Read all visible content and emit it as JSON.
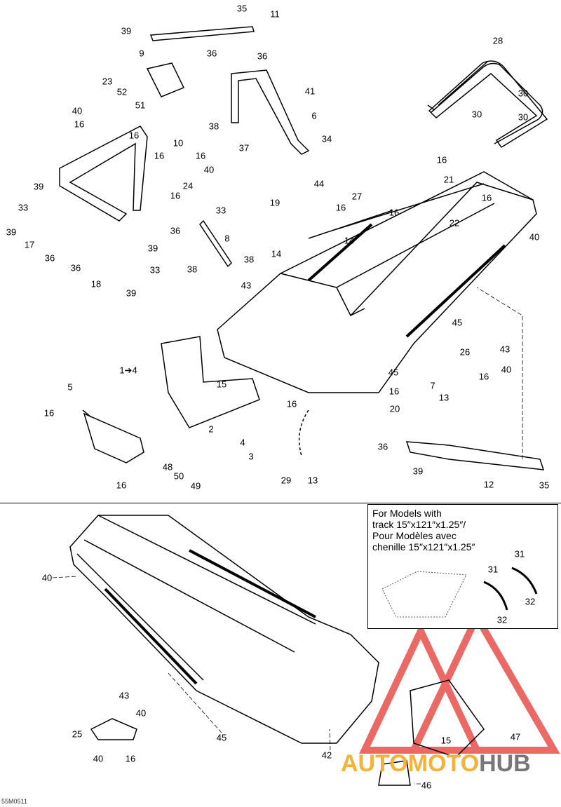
{
  "diagram_code": "55M0511",
  "inset": {
    "title_lines": [
      "For Models with",
      "track 15″x121″x1.25″/",
      "Pour Modèles avec",
      "chenille 15″x121″x1.25″"
    ]
  },
  "watermark": {
    "part1": "AUTOMOTO",
    "part2": "HUB"
  },
  "callouts": [
    "35",
    "11",
    "39",
    "36",
    "9",
    "36",
    "41",
    "28",
    "30",
    "30",
    "30",
    "23",
    "52",
    "51",
    "40",
    "16",
    "16",
    "10",
    "6",
    "38",
    "37",
    "34",
    "16",
    "16",
    "40",
    "24",
    "16",
    "16",
    "21",
    "44",
    "27",
    "16",
    "16",
    "16",
    "22",
    "40",
    "39",
    "33",
    "39",
    "17",
    "36",
    "19",
    "14",
    "14",
    "33",
    "36",
    "8",
    "38",
    "38",
    "43",
    "39",
    "36",
    "33",
    "18",
    "39",
    "45",
    "43",
    "26",
    "40",
    "16",
    "1➔4",
    "15",
    "45",
    "7",
    "16",
    "13",
    "20",
    "5",
    "16",
    "16",
    "2",
    "4",
    "3",
    "48",
    "50",
    "49",
    "16",
    "29",
    "13",
    "36",
    "39",
    "12",
    "35",
    "40",
    "43",
    "40",
    "25",
    "40",
    "16",
    "45",
    "42",
    "15",
    "47",
    "46",
    "31",
    "31",
    "32",
    "32"
  ]
}
